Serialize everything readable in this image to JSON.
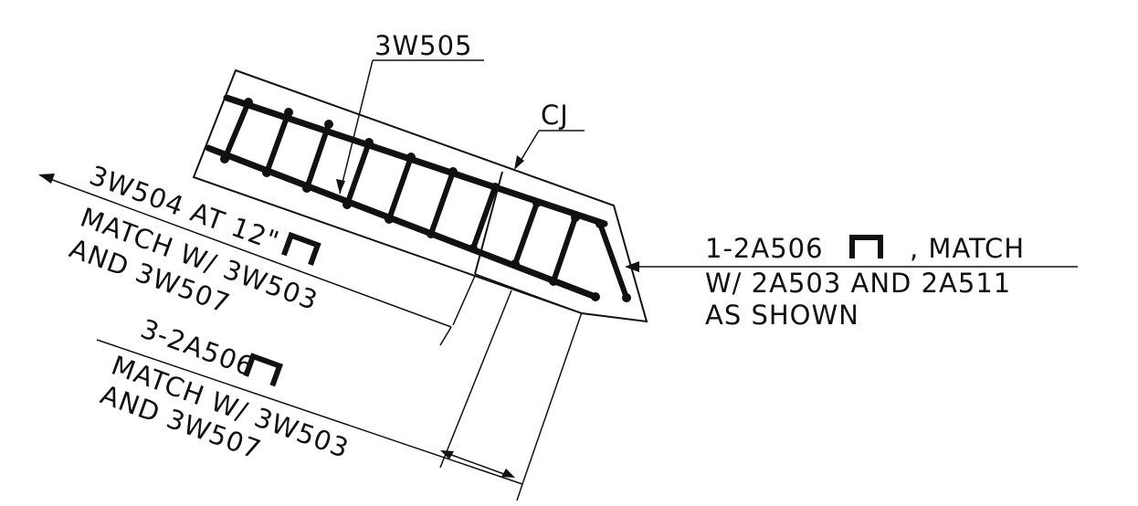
{
  "labels": {
    "top_bar": "3W505",
    "construction_joint": "CJ",
    "right_line1": "1-2A506",
    "right_line1_tail": ", MATCH",
    "right_line2": "W/ 2A503 AND 2A511",
    "right_line3": "AS SHOWN",
    "left1_line1": "3W504 AT 12\"",
    "left1_line2": "MATCH W/ 3W503",
    "left1_line3": "AND 3W507",
    "left2_line1": "3-2A506",
    "left2_line2": "MATCH W/ 3W503",
    "left2_line3": "AND 3W507"
  }
}
